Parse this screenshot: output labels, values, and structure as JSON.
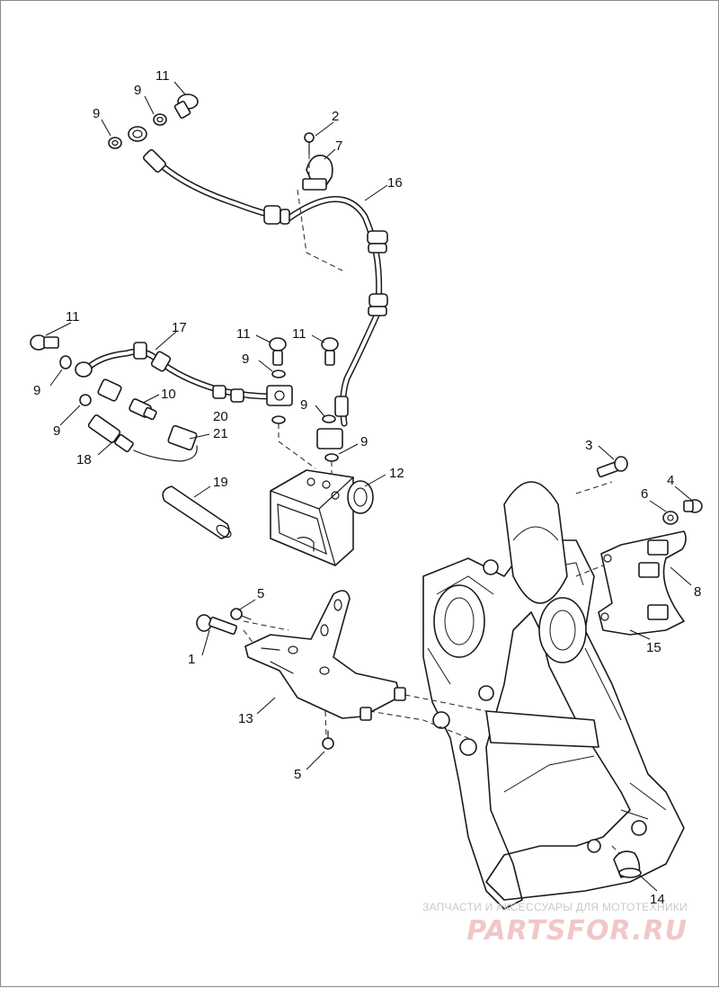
{
  "diagram": {
    "callouts": {
      "c1": "1",
      "c2": "2",
      "c3": "3",
      "c4": "4",
      "c5a": "5",
      "c5b": "5",
      "c6": "6",
      "c7": "7",
      "c8": "8",
      "c9a": "9",
      "c9b": "9",
      "c9c": "9",
      "c9d": "9",
      "c9e": "9",
      "c9f": "9",
      "c9g": "9",
      "c10": "10",
      "c11a": "11",
      "c11b": "11",
      "c11c": "11",
      "c11d": "11",
      "c12": "12",
      "c13": "13",
      "c14": "14",
      "c15": "15",
      "c16": "16",
      "c17": "17",
      "c18": "18",
      "c19": "19",
      "c20": "20",
      "c21": "21"
    }
  },
  "watermark": {
    "tagline": "ЗАПЧАСТИ И АКСЕССУАРЫ ДЛЯ МОТОТЕХНИКИ",
    "logo": "PARTSFOR.RU"
  }
}
